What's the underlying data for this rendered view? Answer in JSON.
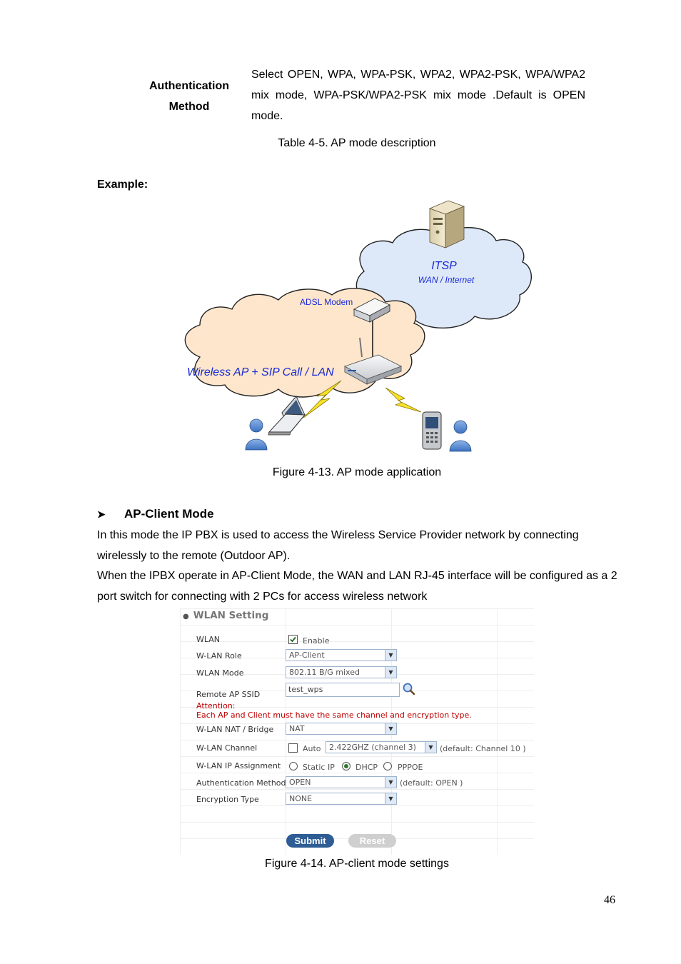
{
  "table_row": {
    "label_line1": "Authentication",
    "label_line2": "Method",
    "description": "Select OPEN, WPA, WPA-PSK, WPA2, WPA2-PSK, WPA/WPA2 mix mode, WPA-PSK/WPA2-PSK mix mode .Default is OPEN mode."
  },
  "table_caption": "Table 4-5. AP mode description",
  "example_label": "Example:",
  "diagram": {
    "cloud_itsp_title": "ITSP",
    "cloud_itsp_subtitle": "WAN / Internet",
    "modem_label": "ADSL Modem",
    "cloud_lan_title": "Wireless AP + SIP Call / LAN",
    "colors": {
      "itsp_cloud": "#dde8f8",
      "lan_cloud": "#fde6cc",
      "accent_text": "#1a2ad8"
    }
  },
  "figure13_caption": "Figure 4-13. AP mode application",
  "section": {
    "title": "AP-Client Mode",
    "para1": "In this mode the IP PBX is used to access the Wireless Service Provider network by connecting wirelessly to the remote (Outdoor AP).",
    "para2": "When the IPBX operate in AP-Client Mode, the WAN and LAN RJ-45 interface will be configured as a 2 port switch for connecting with 2 PCs for access wireless network"
  },
  "wlan_setting": {
    "title": "WLAN Setting",
    "wlan_label": "WLAN",
    "enable_label": "Enable",
    "enable_checked": true,
    "role_label": "W-LAN Role",
    "role_value": "AP-Client",
    "mode_label": "WLAN Mode",
    "mode_value": "802.11 B/G mixed",
    "ssid_label": "Remote AP SSID",
    "ssid_value": "test_wps",
    "attention_line1": "Attention:",
    "attention_line2": "Each AP and Client must have the same channel and encryption type.",
    "nat_label": "W-LAN NAT / Bridge",
    "nat_value": "NAT",
    "channel_label": "W-LAN Channel",
    "auto_label": "Auto",
    "auto_checked": false,
    "channel_value": "2.422GHZ (channel 3)",
    "channel_default": "(default: Channel 10 )",
    "ip_label": "W-LAN IP Assignment",
    "ip_options": [
      "Static IP",
      "DHCP",
      "PPPOE"
    ],
    "ip_selected": "DHCP",
    "auth_label": "Authentication Method",
    "auth_value": "OPEN",
    "auth_default": "(default: OPEN )",
    "enc_label": "Encryption Type",
    "enc_value": "NONE",
    "submit_label": "Submit",
    "reset_label": "Reset"
  },
  "figure14_caption": "Figure 4-14. AP-client mode settings",
  "page_number": "46"
}
